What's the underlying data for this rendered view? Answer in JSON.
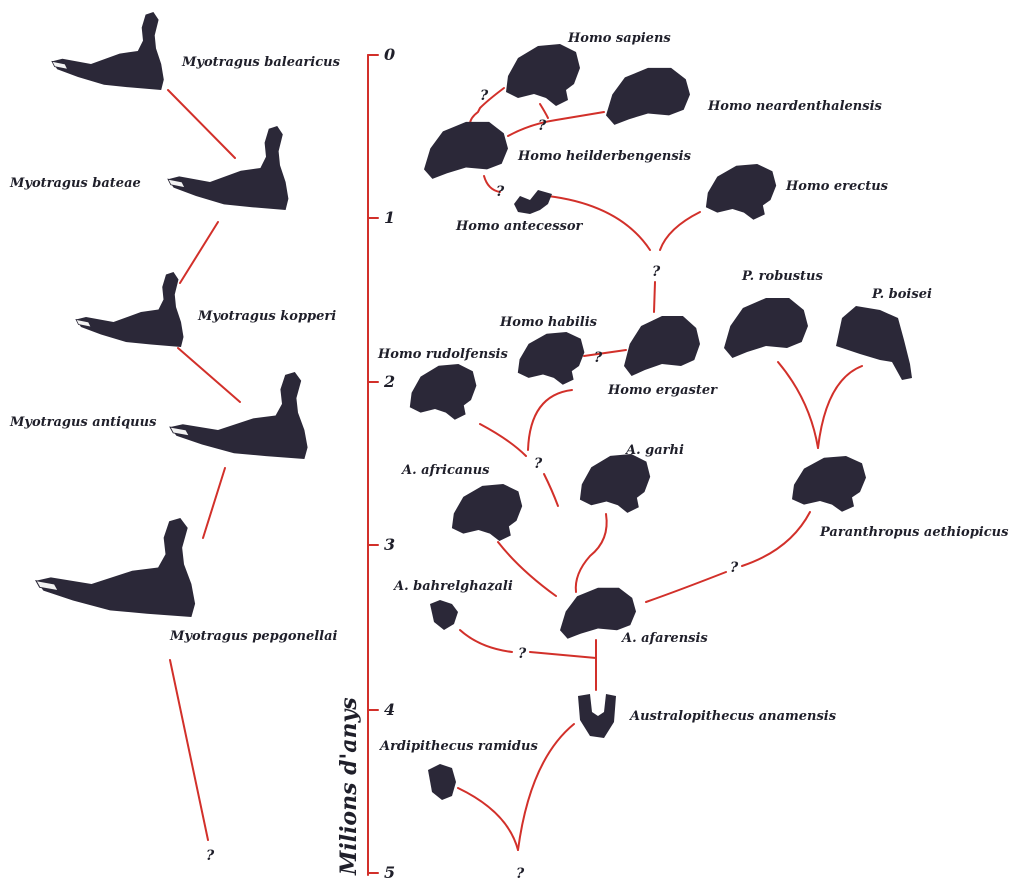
{
  "colors": {
    "line": "#d2302a",
    "fossil": "#2b2838",
    "text": "#1f1f2a",
    "background": "#ffffff"
  },
  "axis": {
    "title": "Milions d'anys",
    "ticks": [
      "0",
      "1",
      "2",
      "3",
      "4",
      "5"
    ]
  },
  "myotragus": {
    "balearicus": "Myotragus balearicus",
    "bateae": "Myotragus bateae",
    "kopperi": "Myotragus kopperi",
    "antiquus": "Myotragus antiquus",
    "pepgonellai": "Myotragus pepgonellai",
    "unknown_origin": "?"
  },
  "hominins": {
    "sapiens": "Homo sapiens",
    "neanderthalensis": "Homo neardenthalensis",
    "heidelbergensis": "Homo heilderbengensis",
    "erectus": "Homo erectus",
    "antecessor": "Homo antecessor",
    "robustus": "P. robustus",
    "boisei": "P. boisei",
    "habilis": "Homo habilis",
    "rudolfensis": "Homo rudolfensis",
    "ergaster": "Homo ergaster",
    "africanus": "A. africanus",
    "garhi": "A. garhi",
    "aethiopicus": "Paranthropus aethiopicus",
    "bahrelghazali": "A. bahrelghazali",
    "afarensis": "A. afarensis",
    "anamensis": "Australopithecus anamensis",
    "ramidus": "Ardipithecus ramidus"
  },
  "uncertain_mark": "?"
}
